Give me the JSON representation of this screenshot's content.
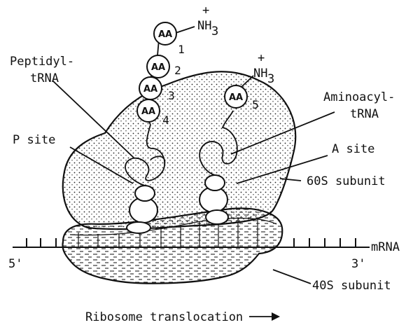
{
  "labels": {
    "peptidyl_1": "Peptidyl-",
    "peptidyl_2": "tRNA",
    "aminoacyl_1": "Aminoacyl-",
    "aminoacyl_2": "tRNA",
    "p_site": "P site",
    "a_site": "A site",
    "subunit_60s": "60S subunit",
    "subunit_40s": "40S subunit",
    "mrna": "mRNA",
    "five_prime": "5'",
    "three_prime": "3'",
    "translocation": "Ribosome translocation",
    "amine_plus": "+",
    "amine": "NH",
    "amine_sub": "3"
  },
  "amino_acids": [
    {
      "text": "AA",
      "num": "1"
    },
    {
      "text": "AA",
      "num": "2"
    },
    {
      "text": "AA",
      "num": "3"
    },
    {
      "text": "AA",
      "num": "4"
    },
    {
      "text": "AA",
      "num": "5"
    }
  ]
}
